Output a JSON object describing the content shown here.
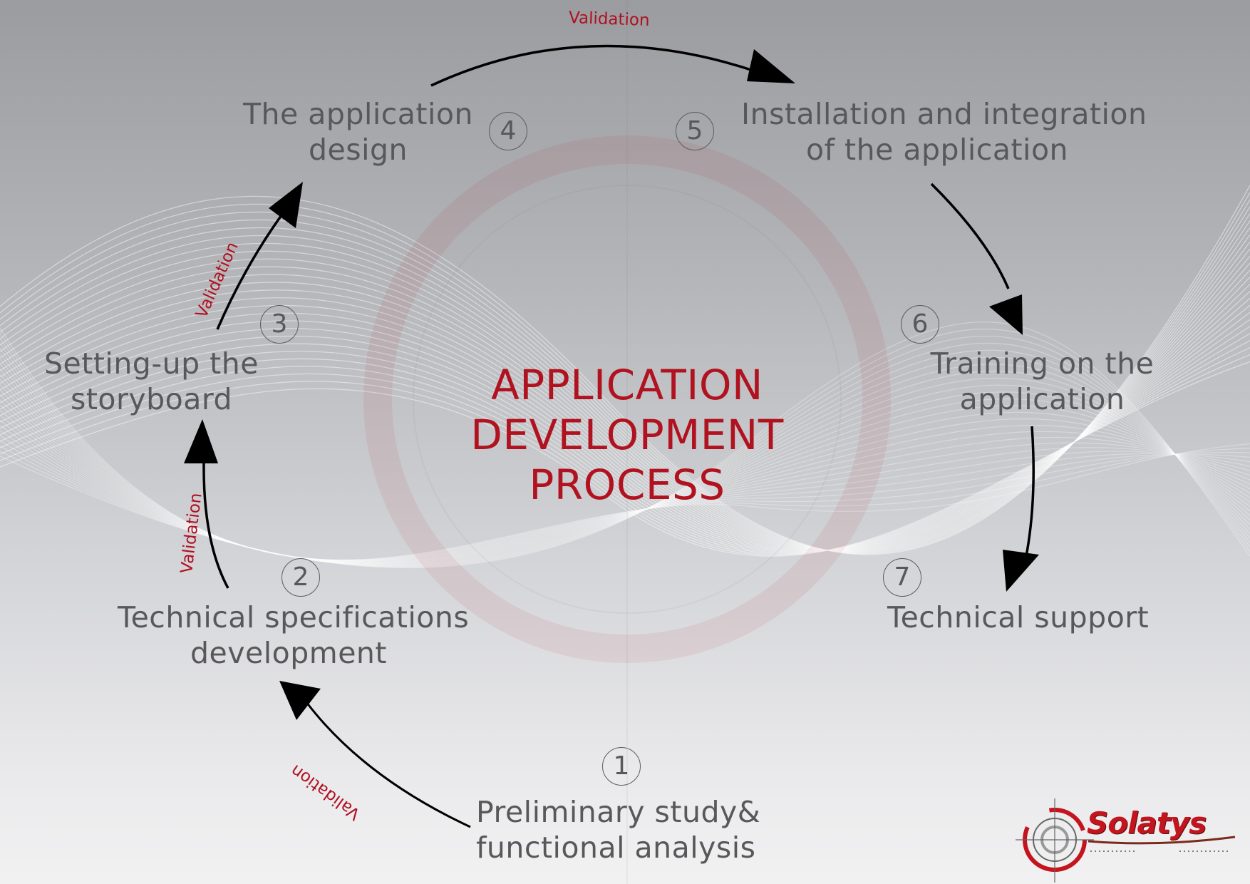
{
  "title": [
    "APPLICATION",
    "DEVELOPMENT",
    "PROCESS"
  ],
  "steps": [
    {
      "number": "1",
      "lines": [
        "Preliminary study&",
        "functional analysis"
      ]
    },
    {
      "number": "2",
      "lines": [
        "Technical specifications",
        "development"
      ]
    },
    {
      "number": "3",
      "lines": [
        "Setting-up the",
        "storyboard"
      ]
    },
    {
      "number": "4",
      "lines": [
        "The application",
        "design"
      ]
    },
    {
      "number": "5",
      "lines": [
        "Installation and integration",
        "of the application"
      ]
    },
    {
      "number": "6",
      "lines": [
        "Training  on the",
        "application"
      ]
    },
    {
      "number": "7",
      "lines": [
        "Technical support"
      ]
    }
  ],
  "validation_label": "Validation",
  "logo": {
    "text": "Solatys",
    "icon": "target-reticle-icon"
  },
  "colors": {
    "accent": "#b1121f",
    "text": "#58585a",
    "arrow": "#000000"
  }
}
